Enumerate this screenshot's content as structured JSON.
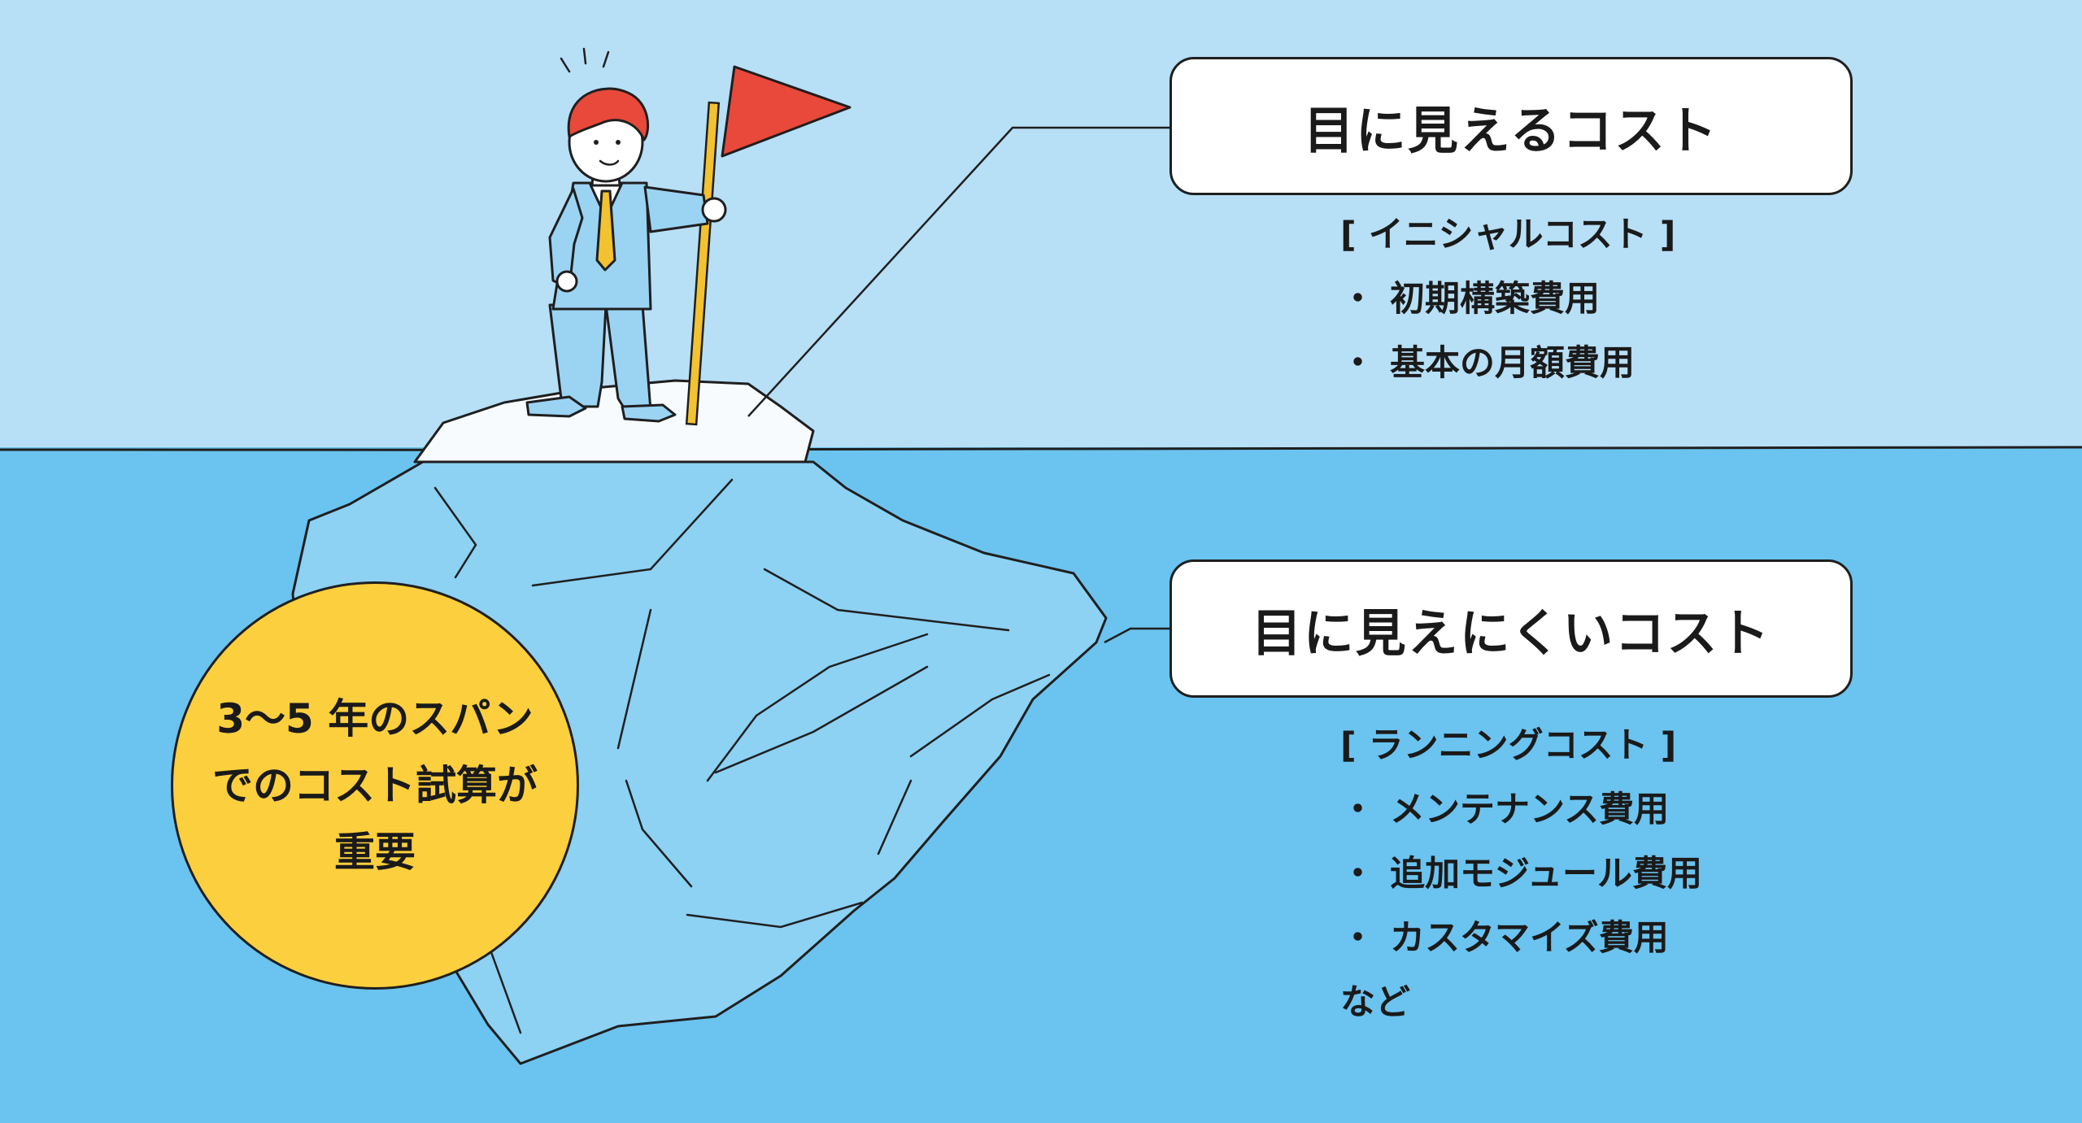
{
  "colors": {
    "sky": "#b7dff6",
    "sea": "#6bc3ef",
    "ice_under": "#8dd1f3",
    "ice_top": "#f7fbfd",
    "circle": "#fccf3e",
    "flag": "#e8493a",
    "hair": "#e8493a",
    "suit": "#9bd3f3",
    "tie": "#f2c230",
    "pole": "#f2c230",
    "line": "#1f1f1f"
  },
  "visible_cost": {
    "title": "目に見えるコスト",
    "items": [
      "[ イニシャルコスト ]",
      "初期構築費用",
      "基本の月額費用"
    ]
  },
  "hidden_cost": {
    "title": "目に見えにくいコスト",
    "items": [
      "[ ランニングコスト ]",
      "メンテナンス費用",
      "追加モジュール費用",
      "カスタマイズ費用",
      "など"
    ]
  },
  "bullet_char": "・",
  "circle_text": [
    "3〜5 年のスパン",
    "でのコスト試算が",
    "重要"
  ]
}
